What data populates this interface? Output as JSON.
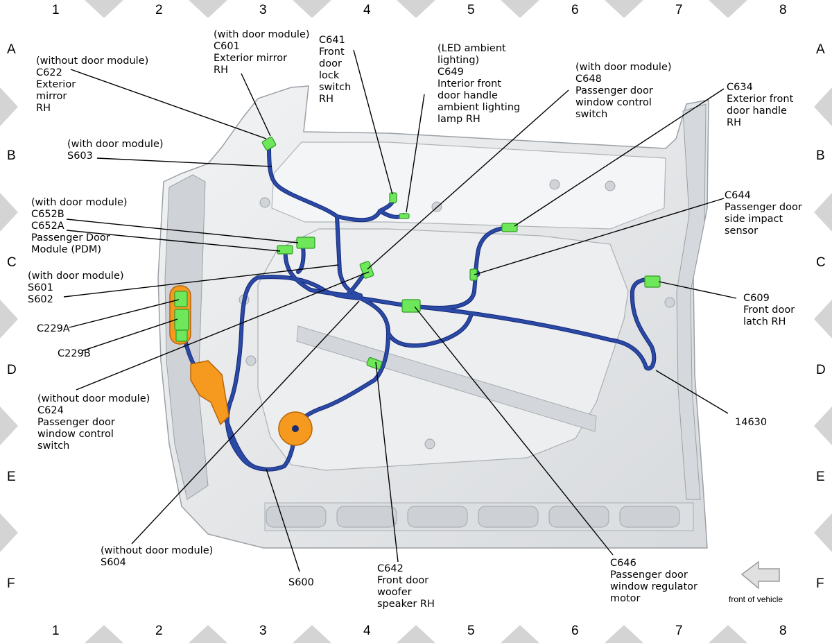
{
  "grid": {
    "columns": [
      "1",
      "2",
      "3",
      "4",
      "5",
      "6",
      "7",
      "8"
    ],
    "rows": [
      "A",
      "B",
      "C",
      "D",
      "E",
      "F"
    ]
  },
  "colors": {
    "harness": "#2a4aa6",
    "harness_shadow": "#17297a",
    "connector": "#6ee85a",
    "grommet": "#f59a1e",
    "door_panel": "#e4e6e8",
    "border_triangle": "#d4d4d4"
  },
  "callouts": {
    "c622": {
      "qualifier": "(without door module)",
      "id": "C622",
      "lines": [
        "Exterior",
        "mirror",
        "RH"
      ]
    },
    "c601": {
      "qualifier": "(with door module)",
      "id": "C601",
      "lines": [
        "Exterior mirror",
        "RH"
      ]
    },
    "c641": {
      "id": "C641",
      "lines": [
        "Front",
        "door",
        "lock",
        "switch",
        "RH"
      ]
    },
    "c649": {
      "qualifier_lines": [
        "(LED ambient",
        "lighting)"
      ],
      "id": "C649",
      "lines": [
        "Interior front",
        "door handle",
        "ambient lighting",
        "lamp RH"
      ]
    },
    "c648": {
      "qualifier": "(with door module)",
      "id": "C648",
      "lines": [
        "Passenger door",
        "window control",
        "switch"
      ]
    },
    "c634": {
      "id": "C634",
      "lines": [
        "Exterior front",
        "door handle",
        "RH"
      ]
    },
    "s603": {
      "qualifier": "(with door module)",
      "id": "S603"
    },
    "c652": {
      "qualifier": "(with door module)",
      "ids": [
        "C652B",
        "C652A"
      ],
      "lines": [
        "Passenger Door",
        "Module (PDM)"
      ]
    },
    "c644": {
      "id": "C644",
      "lines": [
        "Passenger door",
        "side impact",
        "sensor"
      ]
    },
    "s601": {
      "qualifier": "(with door module)",
      "ids": [
        "S601",
        "S602"
      ]
    },
    "c609": {
      "id": "C609",
      "lines": [
        "Front door",
        "latch RH"
      ]
    },
    "c229a": {
      "id": "C229A"
    },
    "c229b": {
      "id": "C229B"
    },
    "c624": {
      "qualifier": "(without door module)",
      "id": "C624",
      "lines": [
        "Passenger door",
        "window control",
        "switch"
      ]
    },
    "p14630": {
      "id": "14630"
    },
    "s604": {
      "qualifier": "(without door module)",
      "id": "S604"
    },
    "s600": {
      "id": "S600"
    },
    "c642": {
      "id": "C642",
      "lines": [
        "Front door",
        "woofer",
        "speaker RH"
      ]
    },
    "c646": {
      "id": "C646",
      "lines": [
        "Passenger door",
        "window regulator",
        "motor"
      ]
    }
  },
  "front_note": "front of vehicle"
}
